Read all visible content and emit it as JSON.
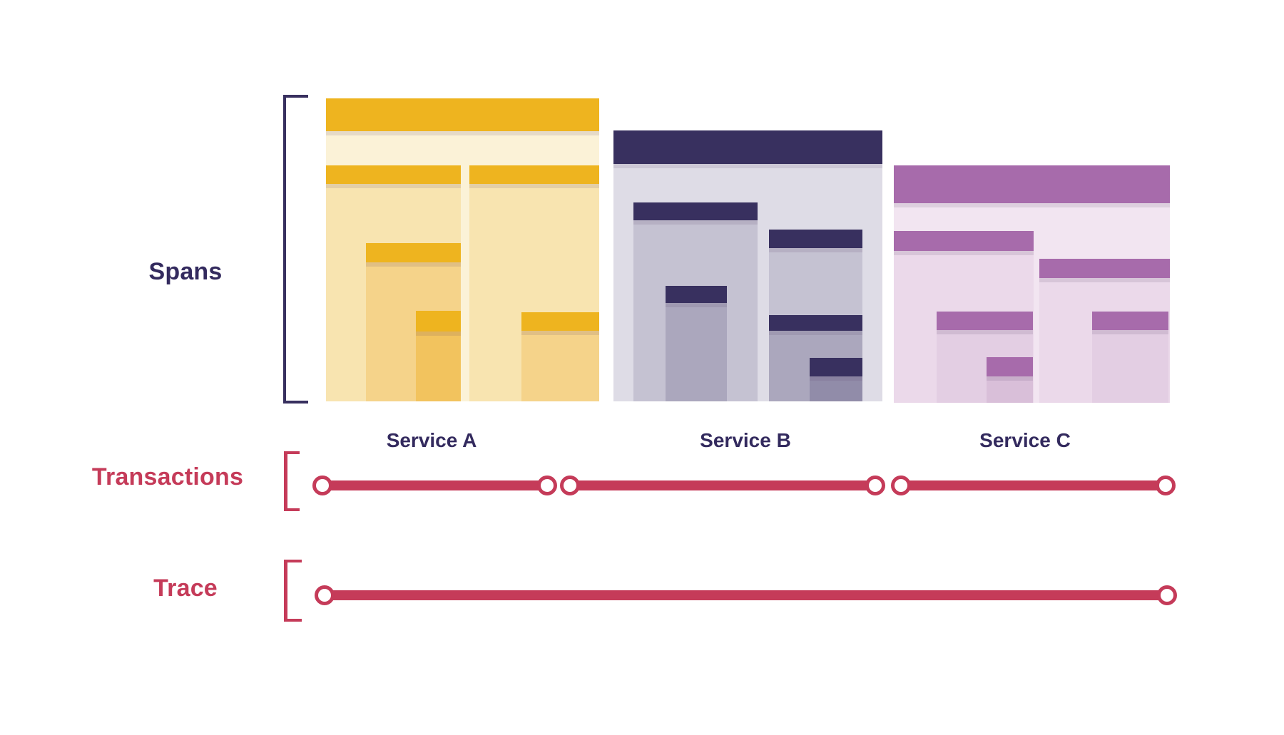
{
  "labels": {
    "spans": "Spans",
    "transactions": "Transactions",
    "trace": "Trace"
  },
  "services": [
    {
      "label": "Service A",
      "bar_color": "#EEB41F",
      "depth_body_colors": [
        "#FBF2D7",
        "#F8E4B0",
        "#F5D38A",
        "#F2C35E"
      ],
      "span_bar_count": 6
    },
    {
      "label": "Service B",
      "bar_color": "#38305F",
      "depth_body_colors": [
        "#DEDCE6",
        "#C5C2D2",
        "#ABA7BD",
        "#918CA9"
      ],
      "span_bar_count": 6
    },
    {
      "label": "Service C",
      "bar_color": "#A76BAB",
      "depth_body_colors": [
        "#F2E5F1",
        "#EBD9EA",
        "#E3CEE3",
        "#D9BFD9"
      ],
      "span_bar_count": 6
    }
  ],
  "transactions": {
    "count": 3,
    "line_color": "#C53B59",
    "endpoint_style": "open-circle"
  },
  "trace": {
    "count": 1,
    "line_color": "#C53B59",
    "endpoint_style": "open-circle"
  },
  "text_colors": {
    "headings_navy": "#332A5E",
    "headings_red": "#C53B59"
  }
}
